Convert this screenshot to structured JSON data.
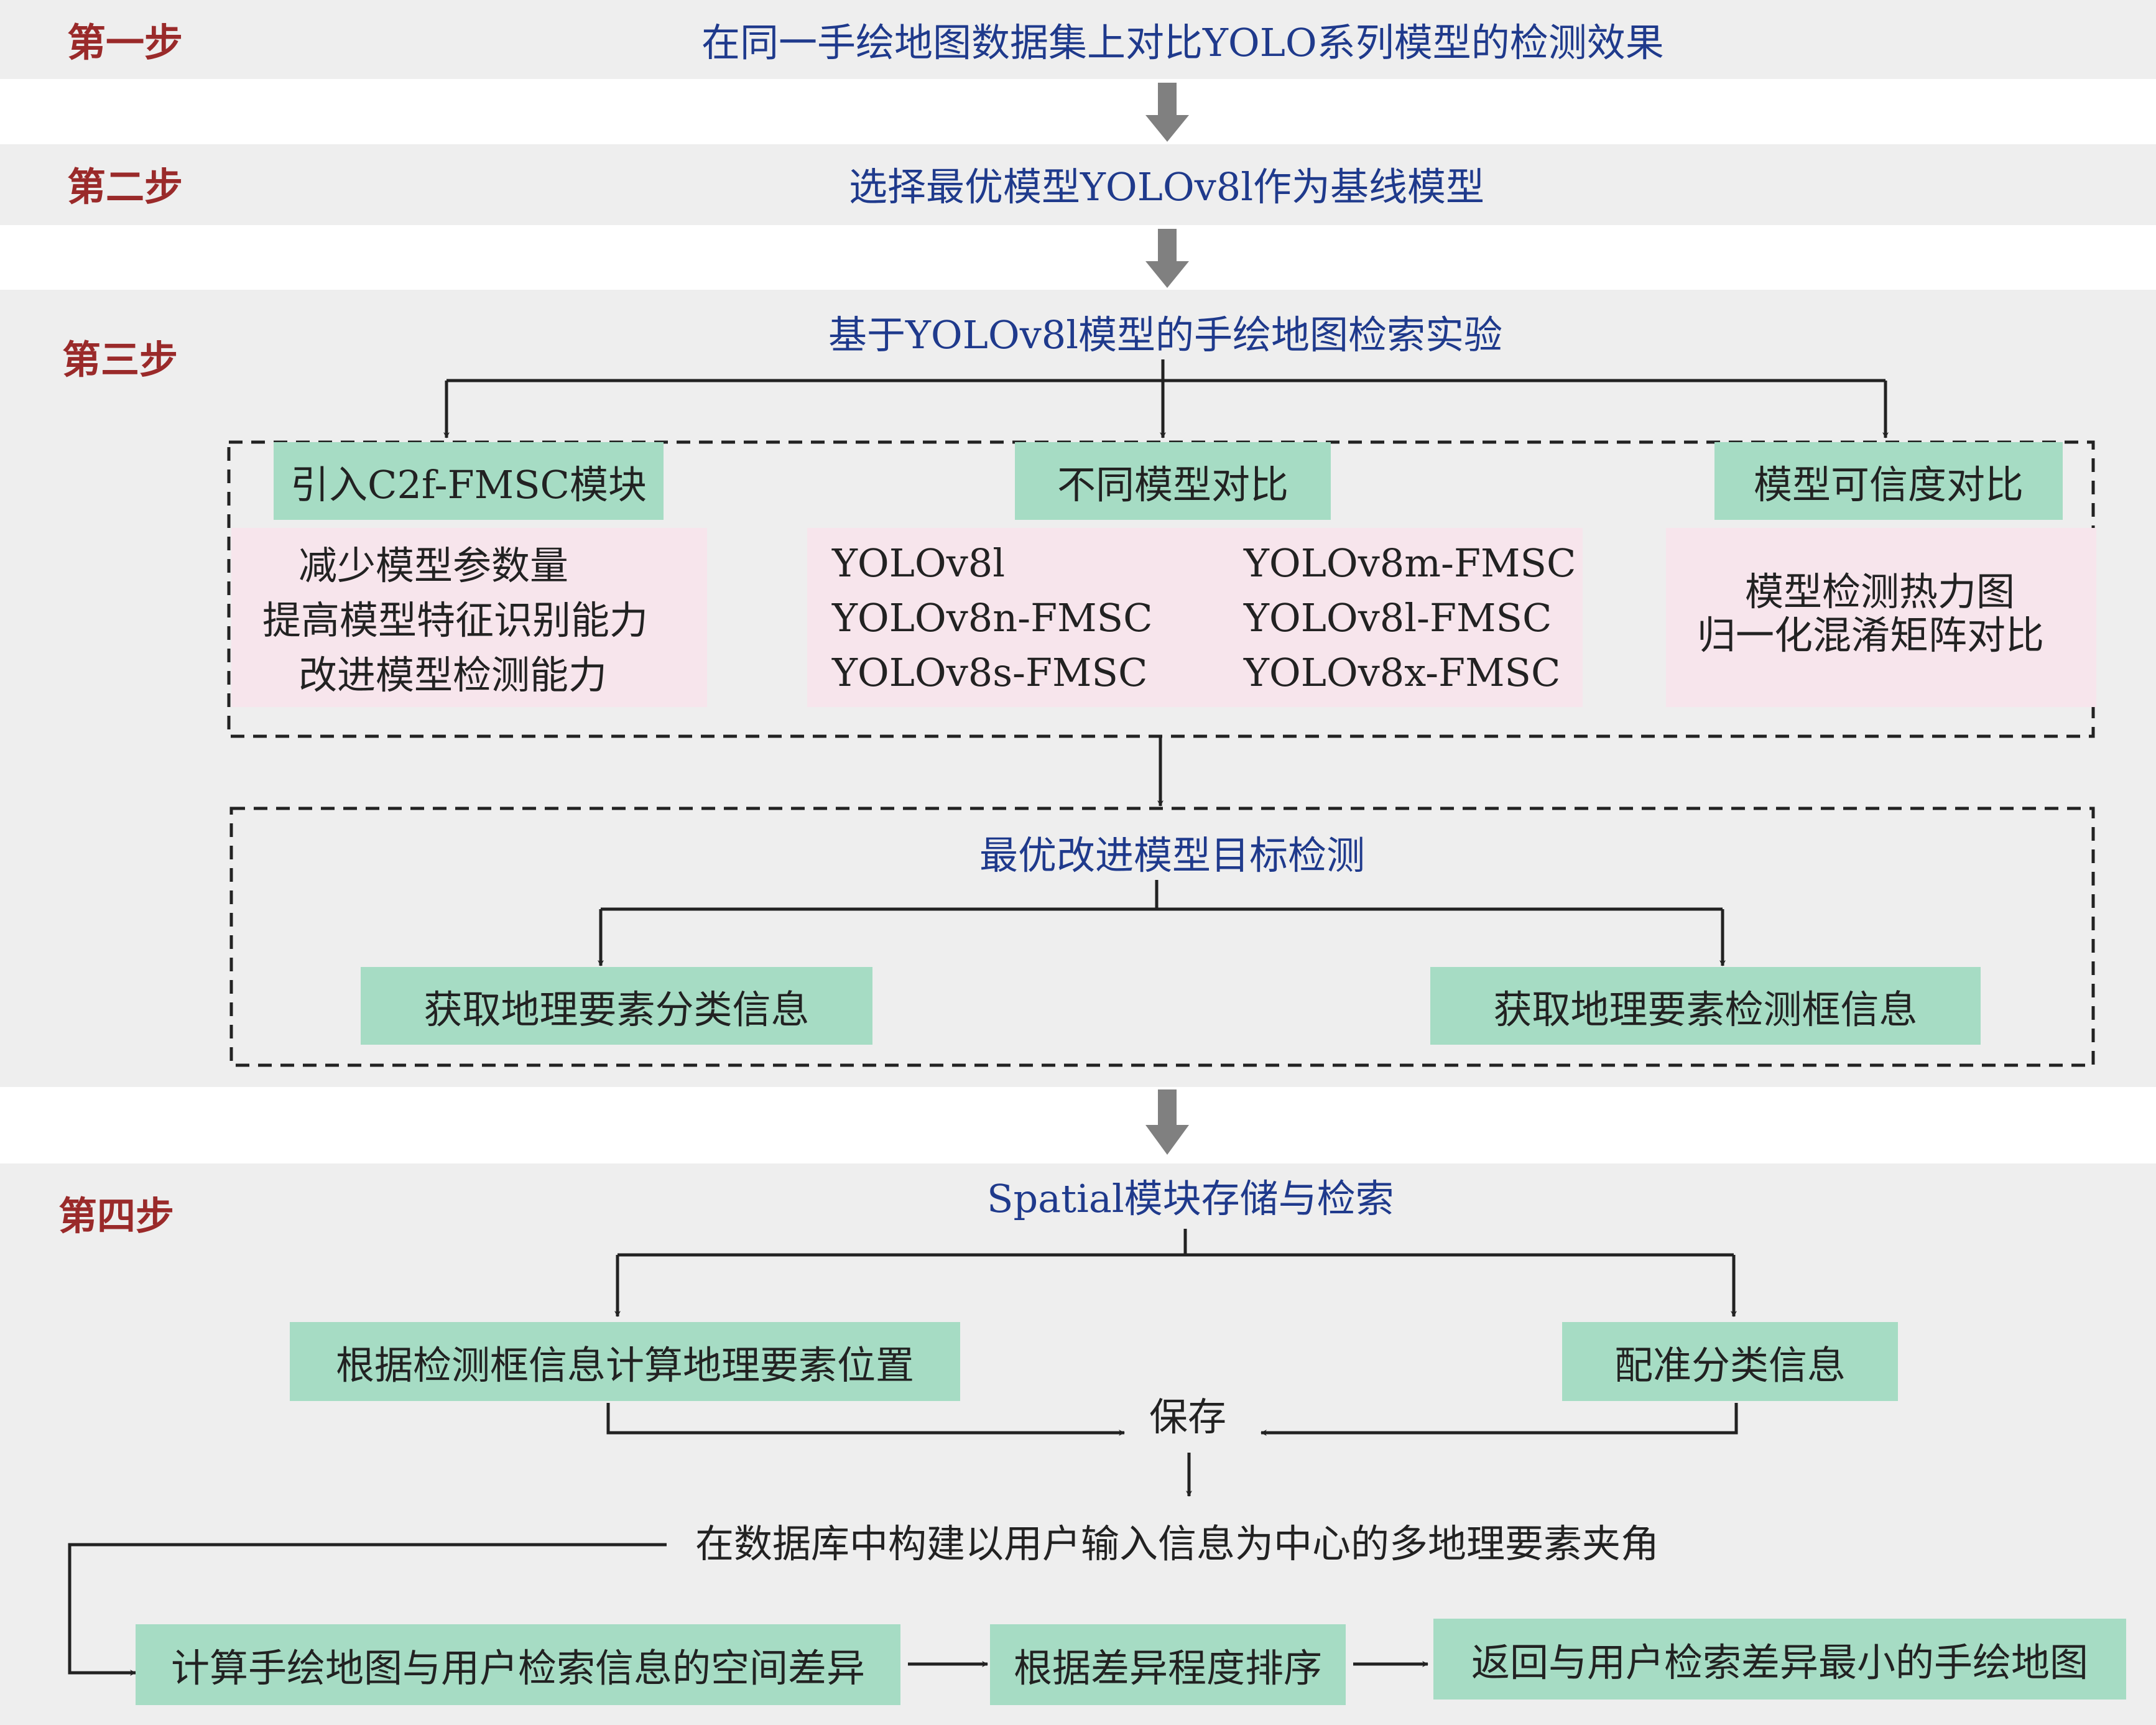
{
  "colors": {
    "step_label": "#9a2a2a",
    "title_text": "#1f3a8c",
    "band_bg": "#eeeeee",
    "green_box": "#a6dcc4",
    "pink_box": "#f7e5ec",
    "big_arrow": "#808080",
    "line": "#222222"
  },
  "step1": {
    "label": "第一步",
    "title": "在同一手绘地图数据集上对比YOLO系列模型的检测效果"
  },
  "step2": {
    "label": "第二步",
    "title": "选择最优模型YOLOv8l作为基线模型"
  },
  "step3": {
    "label": "第三步",
    "title": "基于YOLOv8l模型的手绘地图检索实验",
    "branch1": {
      "header": "引入C2f-FMSC模块",
      "lines": [
        "减少模型参数量",
        "提高模型特征识别能力",
        "改进模型检测能力"
      ]
    },
    "branch2": {
      "header": "不同模型对比",
      "col1": [
        "YOLOv8l",
        "YOLOv8n-FMSC",
        "YOLOv8s-FMSC"
      ],
      "col2": [
        "YOLOv8m-FMSC",
        "YOLOv8l-FMSC",
        "YOLOv8x-FMSC"
      ]
    },
    "branch3": {
      "header": "模型可信度对比",
      "lines": [
        "模型检测热力图",
        "归一化混淆矩阵对比"
      ]
    },
    "detect_title": "最优改进模型目标检测",
    "detect_left": "获取地理要素分类信息",
    "detect_right": "获取地理要素检测框信息"
  },
  "step4": {
    "label": "第四步",
    "title": "Spatial模块存储与检索",
    "left_box": "根据检测框信息计算地理要素位置",
    "right_box": "配准分类信息",
    "save": "保存",
    "build": "在数据库中构建以用户输入信息为中心的多地理要素夹角",
    "flow1": "计算手绘地图与用户检索信息的空间差异",
    "flow2": "根据差异程度排序",
    "flow3": "返回与用户检索差异最小的手绘地图"
  }
}
